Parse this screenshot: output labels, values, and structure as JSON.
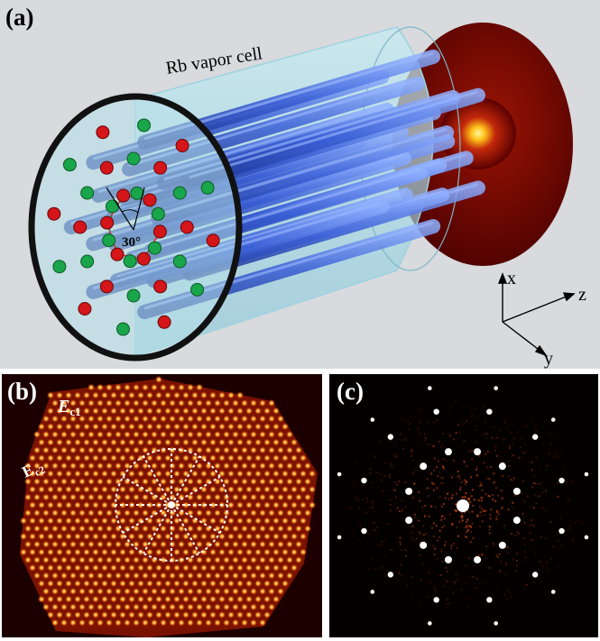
{
  "panel_a": {
    "label": "(a)",
    "cell_label": "Rb vapor cell",
    "angle_label": "30°",
    "axes": {
      "x": "x",
      "y": "y",
      "z": "z"
    },
    "colors": {
      "background": "#d8dadd",
      "rod": "#3a5fd6",
      "red_site": "#d4161a",
      "green_site": "#19a64a",
      "red_link": "#e8242a",
      "green_link": "#1e9a3e"
    }
  },
  "panel_b": {
    "label": "(b)",
    "field_label_1": "E",
    "field_sub_1": "c1",
    "field_label_2": "E",
    "field_sub_2": "c2",
    "colors": {
      "background": "#1c0000",
      "spot": "#ffb030",
      "dash": "#ffffff"
    }
  },
  "panel_c": {
    "label": "(c)",
    "colors": {
      "background": "#050000",
      "peak": "#ffffff",
      "noise": "#ff5a10"
    }
  }
}
